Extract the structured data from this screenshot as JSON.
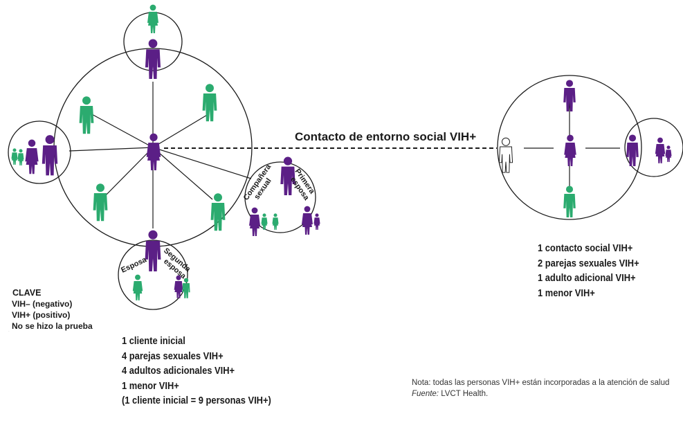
{
  "connector_label": "Contacto de entorno social VIH+",
  "colors": {
    "negative": "#5b1f86",
    "positive": "#2bab6f",
    "untested": "#ffffff",
    "line": "#1a1a1a"
  },
  "relationship_labels": {
    "esposa": "Esposa",
    "segunda_esposa": "Segunda esposa",
    "companera_sexual": "Compañera sexual",
    "primera_esposa": "Primera esposa"
  },
  "legend": {
    "title": "CLAVE",
    "items": [
      {
        "label": "VIH– (negativo)",
        "status": "negative"
      },
      {
        "label": "VIH+ (positivo)",
        "status": "positive"
      },
      {
        "label": "No se hizo la prueba",
        "status": "untested"
      }
    ]
  },
  "left_summary": [
    "1 cliente inicial",
    "4 parejas sexuales VIH+",
    "4 adultos adicionales VIH+",
    "1 menor VIH+",
    "(1 cliente inicial = 9 personas VIH+)"
  ],
  "right_summary": [
    "1 contacto social VIH+",
    "2 parejas sexuales VIH+",
    "1 adulto adicional VIH+",
    "1 menor VIH+"
  ],
  "note": {
    "text": "Nota: todas las personas VIH+ están incorporadas a la atención de salud",
    "source_prefix": "Fuente:",
    "source": "LVCT Health."
  }
}
